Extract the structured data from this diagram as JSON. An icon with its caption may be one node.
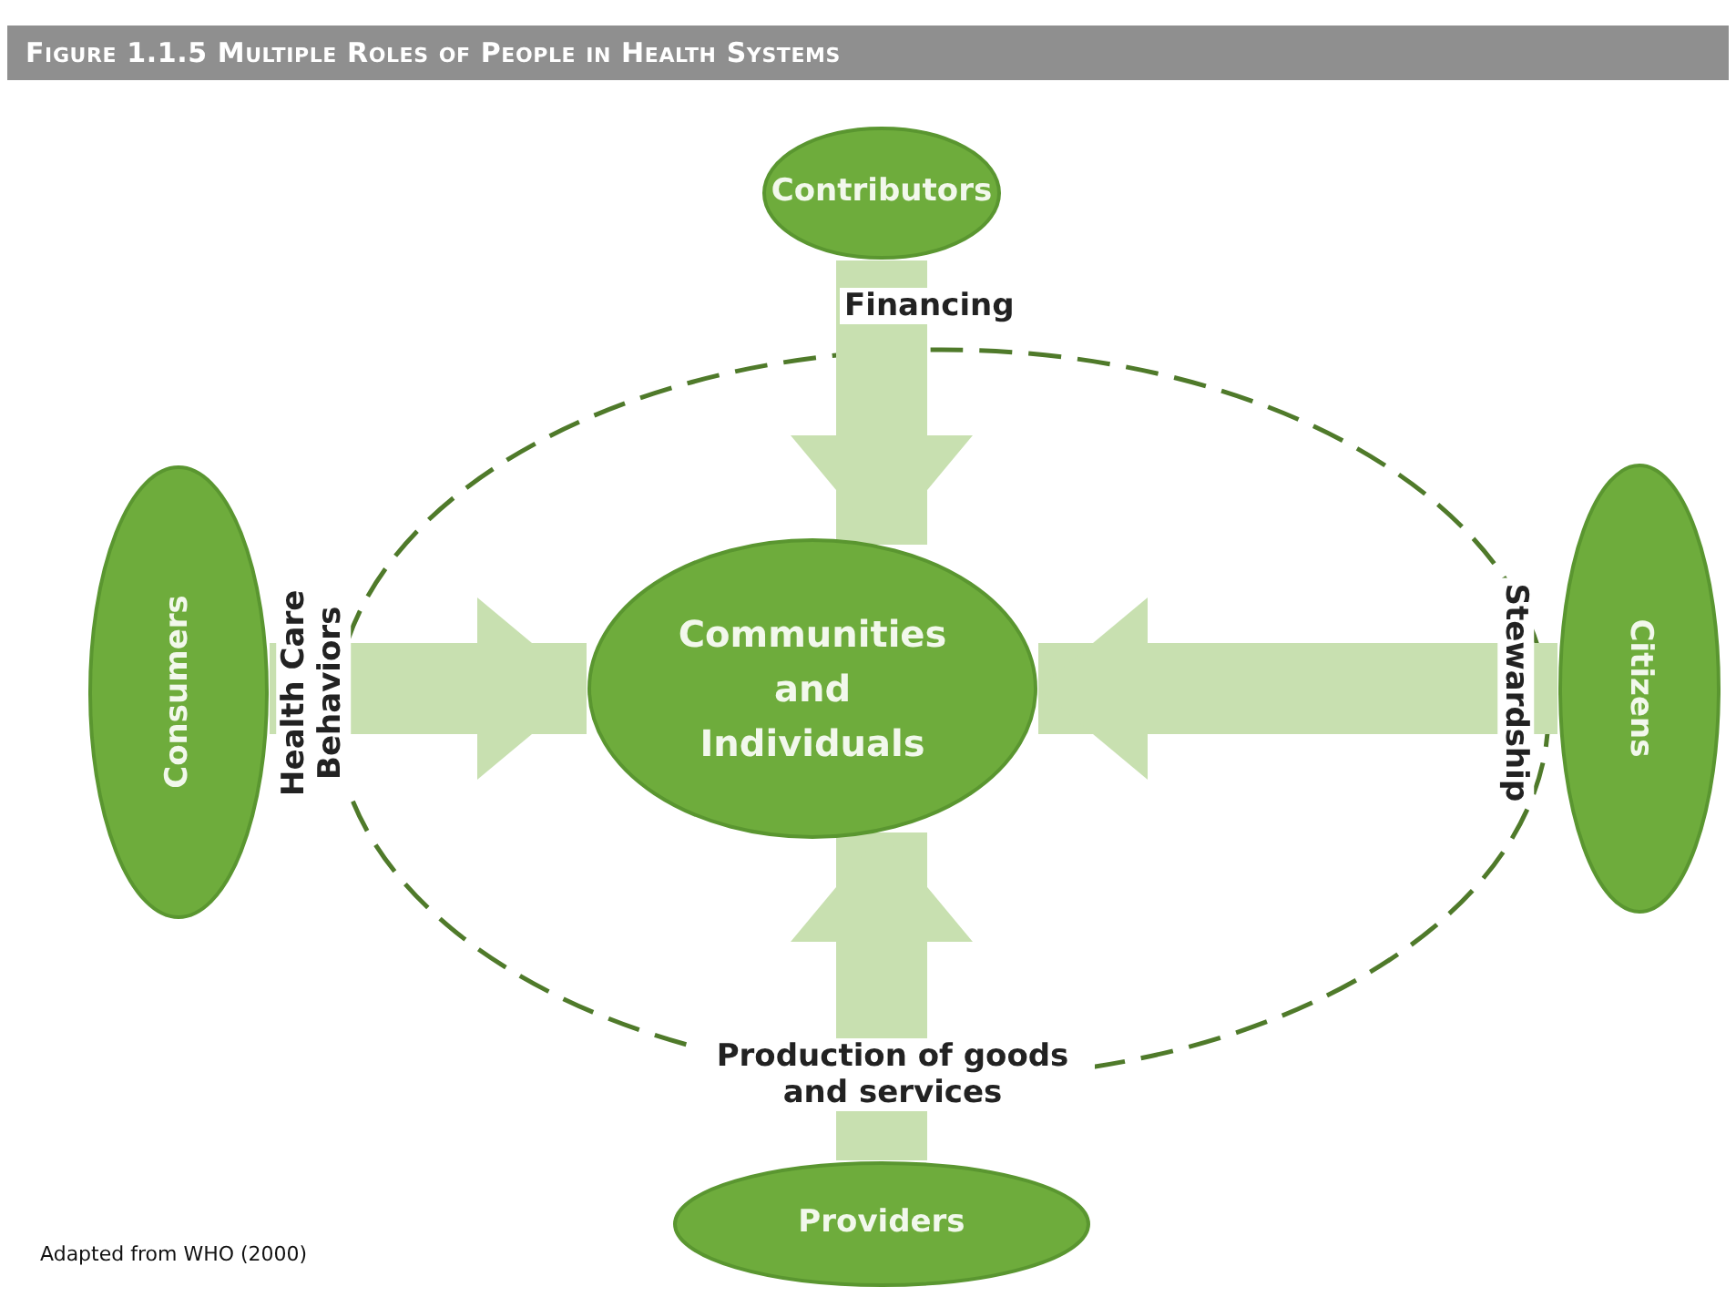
{
  "diagram": {
    "title": "Figure 1.1.5 Multiple Roles of People in Health Systems",
    "caption": "Adapted from WHO (2000)",
    "nodes": [
      {
        "text": [
          "Contributors"
        ]
      },
      {
        "text": [
          "Consumers"
        ]
      },
      {
        "text": [
          "Communities and Individuals"
        ]
      },
      {
        "text": [
          "Citizens"
        ]
      },
      {
        "text": [
          "Providers"
        ]
      }
    ],
    "edges": [
      {
        "from": 0,
        "to": 2,
        "arrow": "to",
        "label": "Financing"
      },
      {
        "from": 1,
        "to": 2,
        "arrow": "to",
        "label": "Health Care Behaviors"
      },
      {
        "from": 3,
        "to": 2,
        "arrow": "to",
        "label": "Stewardship"
      },
      {
        "from": 4,
        "to": 2,
        "arrow": "to",
        "label": "Production of goods and services"
      }
    ]
  }
}
